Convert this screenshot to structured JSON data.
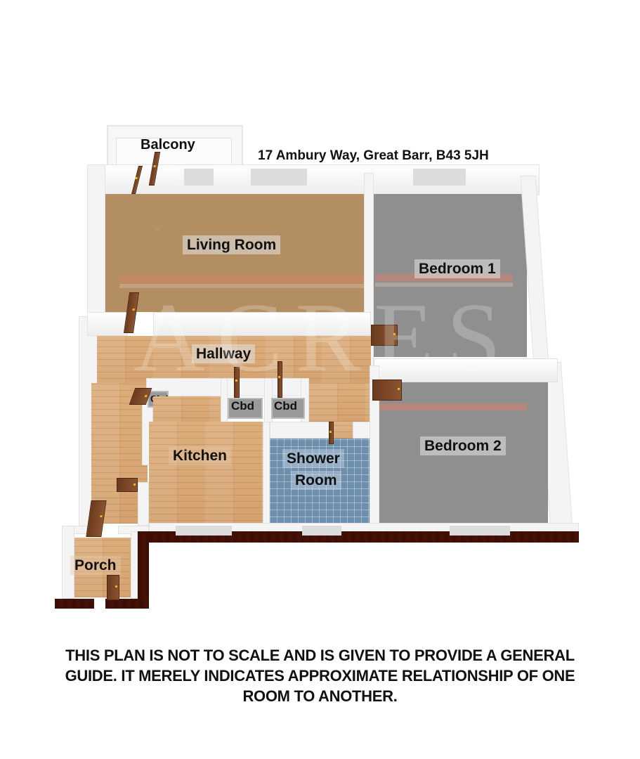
{
  "plan": {
    "address": "17 Ambury Way, Great Barr, B43 5JH",
    "watermark": "ACRES",
    "rooms": {
      "balcony": "Balcony",
      "living_room": "Living Room",
      "bedroom_1": "Bedroom 1",
      "hallway": "Hallway",
      "cbd_1": "Cbd",
      "cbd_2": "Cbd",
      "cbd_3": "Cbd",
      "kitchen": "Kitchen",
      "shower_room_line1": "Shower",
      "shower_room_line2": "Room",
      "bedroom_2": "Bedroom 2",
      "porch": "Porch"
    },
    "colors": {
      "wall": "#f4f4f4",
      "exterior_brick": "#7d3d26",
      "living_carpet": "#b48e63",
      "bedroom_carpet": "#8f8f8f",
      "wood_floor": "#d4a270",
      "shower_tile": "#6d8fab",
      "door": "#7a4526"
    }
  },
  "disclaimer": {
    "line1": "THIS PLAN IS NOT TO SCALE AND IS GIVEN TO PROVIDE A GENERAL",
    "line2": "GUIDE. IT MERELY INDICATES APPROXIMATE RELATIONSHIP OF ONE",
    "line3": "ROOM TO ANOTHER."
  }
}
